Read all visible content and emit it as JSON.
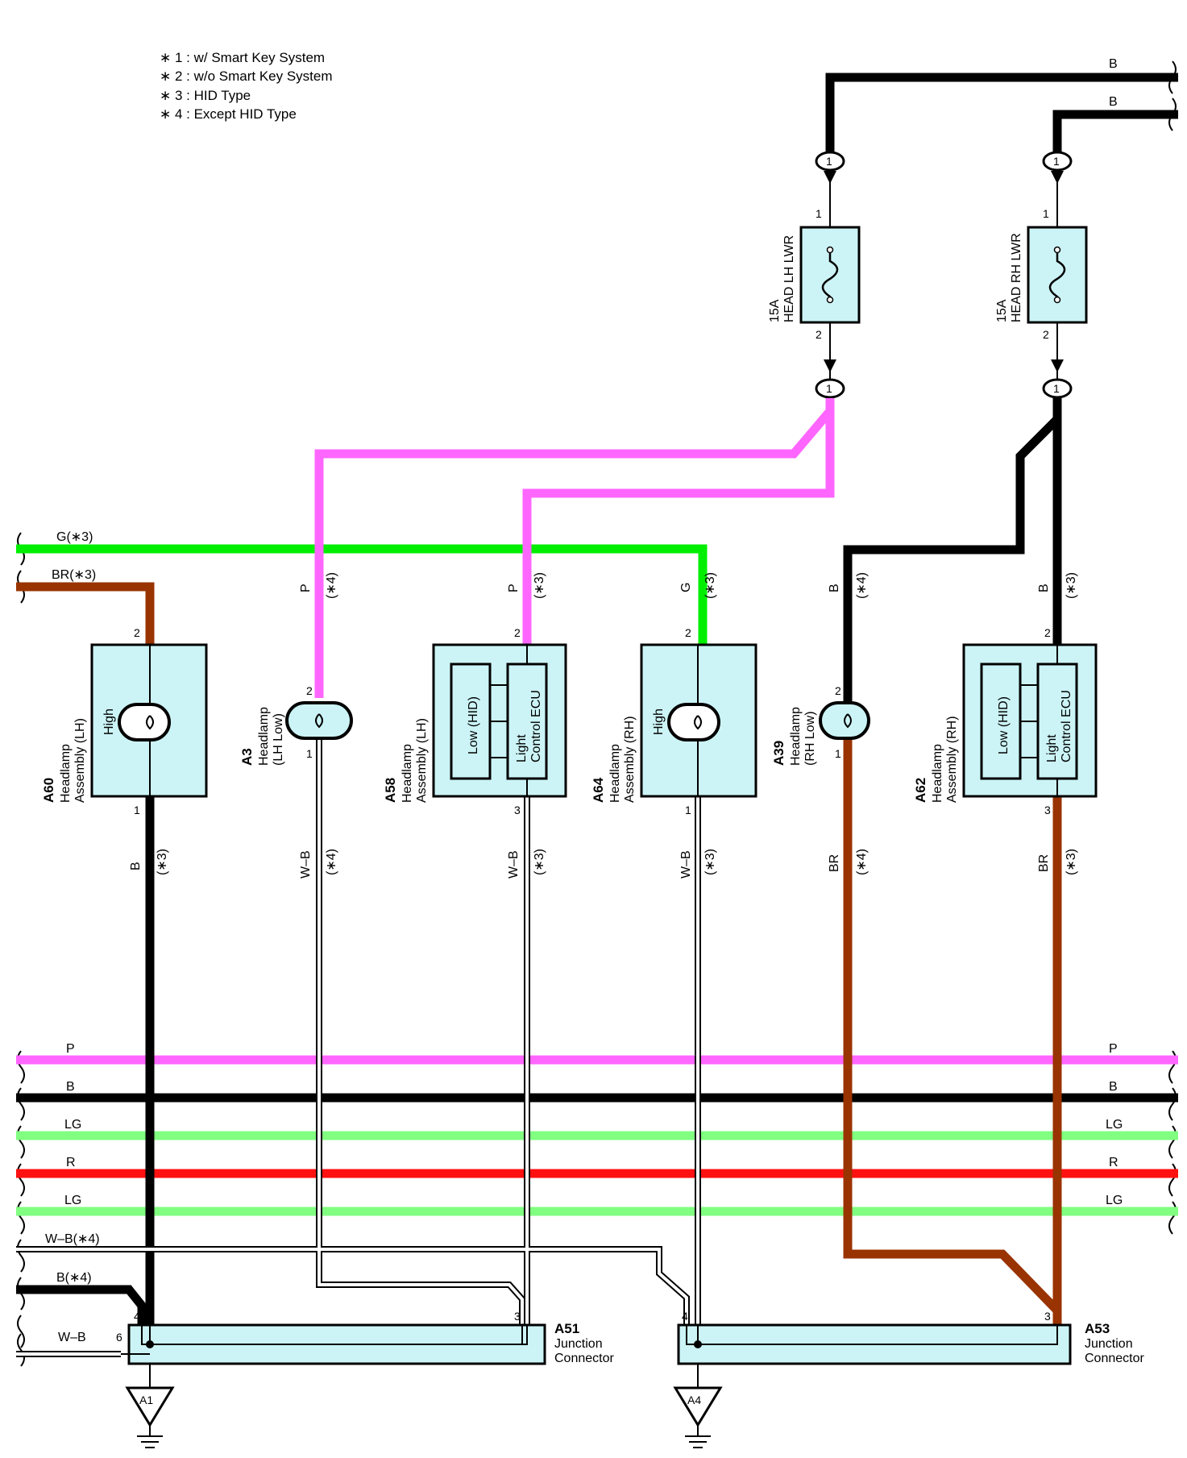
{
  "notes": [
    "∗ 1 : w/ Smart Key System",
    "∗ 2 : w/o Smart Key System",
    "∗ 3 : HID Type",
    "∗ 4 : Except HID Type"
  ],
  "colors": {
    "P": "#ff66ff",
    "G": "#00ee00",
    "LG": "#80ff80",
    "R": "#ff1111",
    "B": "#000000",
    "BR": "#993300",
    "box": "#ccf4f6"
  },
  "top_wires": [
    "B",
    "B"
  ],
  "fuses": [
    {
      "id": "fuse-lh",
      "rating": "15A",
      "name": "HEAD LH LWR",
      "pin_in": "1",
      "pin_out": "2",
      "conn_top": "1",
      "conn_bottom": "1"
    },
    {
      "id": "fuse-rh",
      "rating": "15A",
      "name": "HEAD RH LWR",
      "pin_in": "1",
      "pin_out": "2",
      "conn_top": "1",
      "conn_bottom": "1"
    }
  ],
  "left_wires": [
    "G(∗3)",
    "BR(∗3)"
  ],
  "components": [
    {
      "code": "A60",
      "name1": "Headlamp",
      "name2": "Assembly (LH)",
      "inner": [
        "High"
      ],
      "pin_top": "2",
      "pin_bottom": "1",
      "wire_top": [
        "",
        ""
      ],
      "wire_bottom": [
        "B",
        "(∗3)"
      ]
    },
    {
      "code": "A3",
      "name1": "Headlamp",
      "name2": "(LH Low)",
      "inner": [],
      "pin_top": "2",
      "pin_bottom": "1",
      "wire_top": [
        "P",
        "(∗4)"
      ],
      "wire_bottom": [
        "W–B",
        "(∗4)"
      ]
    },
    {
      "code": "A58",
      "name1": "Headlamp",
      "name2": "Assembly (LH)",
      "inner": [
        "Low (HID)",
        "Light",
        "Control ECU"
      ],
      "pin_top": "2",
      "pin_bottom": "3",
      "wire_top": [
        "P",
        "(∗3)"
      ],
      "wire_bottom": [
        "W–B",
        "(∗3)"
      ]
    },
    {
      "code": "A64",
      "name1": "Headlamp",
      "name2": "Assembly (RH)",
      "inner": [
        "High"
      ],
      "pin_top": "2",
      "pin_bottom": "1",
      "wire_top": [
        "G",
        "(∗3)"
      ],
      "wire_bottom": [
        "W–B",
        "(∗3)"
      ]
    },
    {
      "code": "A39",
      "name1": "Headlamp",
      "name2": "(RH Low)",
      "inner": [],
      "pin_top": "2",
      "pin_bottom": "1",
      "wire_top": [
        "B",
        "(∗4)"
      ],
      "wire_bottom": [
        "BR",
        "(∗4)"
      ]
    },
    {
      "code": "A62",
      "name1": "Headlamp",
      "name2": "Assembly (RH)",
      "inner": [
        "Low (HID)",
        "Light",
        "Control ECU"
      ],
      "pin_top": "2",
      "pin_bottom": "3",
      "wire_top": [
        "B",
        "(∗3)"
      ],
      "wire_bottom": [
        "BR",
        "(∗3)"
      ]
    }
  ],
  "bus_wires": [
    "P",
    "B",
    "LG",
    "R",
    "LG"
  ],
  "bottom_left_wires": [
    "W–B(∗4)",
    "B(∗4)",
    "W–B"
  ],
  "junctions": [
    {
      "code": "A51",
      "name1": "Junction",
      "name2": "Connector",
      "pins": [
        "4",
        "6",
        "3"
      ],
      "ground": "A1"
    },
    {
      "code": "A53",
      "name1": "Junction",
      "name2": "Connector",
      "pins": [
        "4",
        "3"
      ],
      "ground": "A4"
    }
  ]
}
